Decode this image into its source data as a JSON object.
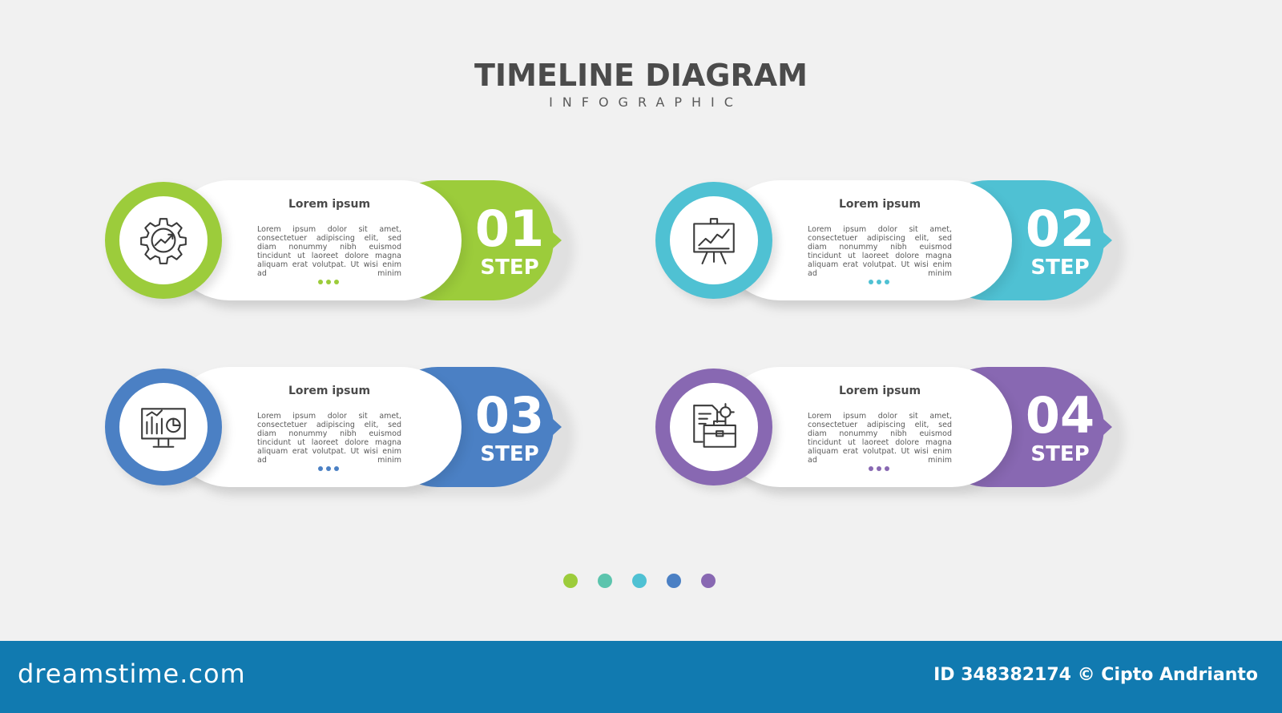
{
  "header": {
    "title": "TIMELINE DIAGRAM",
    "subtitle": "INFOGRAPHIC"
  },
  "steps": [
    {
      "number": "01",
      "step_label": "STEP",
      "heading": "Lorem ipsum",
      "body": "Lorem ipsum dolor sit amet, consectetuer adipiscing elit, sed diam nonummy nibh euismod tincidunt ut laoreet dolore magna aliquam erat volutpat. Ut wisi enim ad minim",
      "color": "#9ccc3b",
      "icon": "gear-chart-icon"
    },
    {
      "number": "02",
      "step_label": "STEP",
      "heading": "Lorem ipsum",
      "body": "Lorem ipsum dolor sit amet, consectetuer adipiscing elit, sed diam nonummy nibh euismod tincidunt ut laoreet dolore magna aliquam erat volutpat. Ut wisi enim ad minim",
      "color": "#4fc1d3",
      "icon": "presentation-board-icon"
    },
    {
      "number": "03",
      "step_label": "STEP",
      "heading": "Lorem ipsum",
      "body": "Lorem ipsum dolor sit amet, consectetuer adipiscing elit, sed diam nonummy nibh euismod tincidunt ut laoreet dolore magna aliquam erat volutpat. Ut wisi enim ad minim",
      "color": "#4b80c4",
      "icon": "monitor-analytics-icon"
    },
    {
      "number": "04",
      "step_label": "STEP",
      "heading": "Lorem ipsum",
      "body": "Lorem ipsum dolor sit amet, consectetuer adipiscing elit, sed diam nonummy nibh euismod tincidunt ut laoreet dolore magna aliquam erat volutpat. Ut wisi enim ad minim",
      "color": "#8868b2",
      "icon": "briefcase-document-icon"
    }
  ],
  "pager_colors": [
    "#9ccc3b",
    "#5cc4ad",
    "#4fc1d3",
    "#4b80c4",
    "#8868b2"
  ],
  "footer": {
    "brand": "dreamstime.com",
    "credit": "ID 348382174 © Cipto Andrianto",
    "color": "#117ab0"
  }
}
